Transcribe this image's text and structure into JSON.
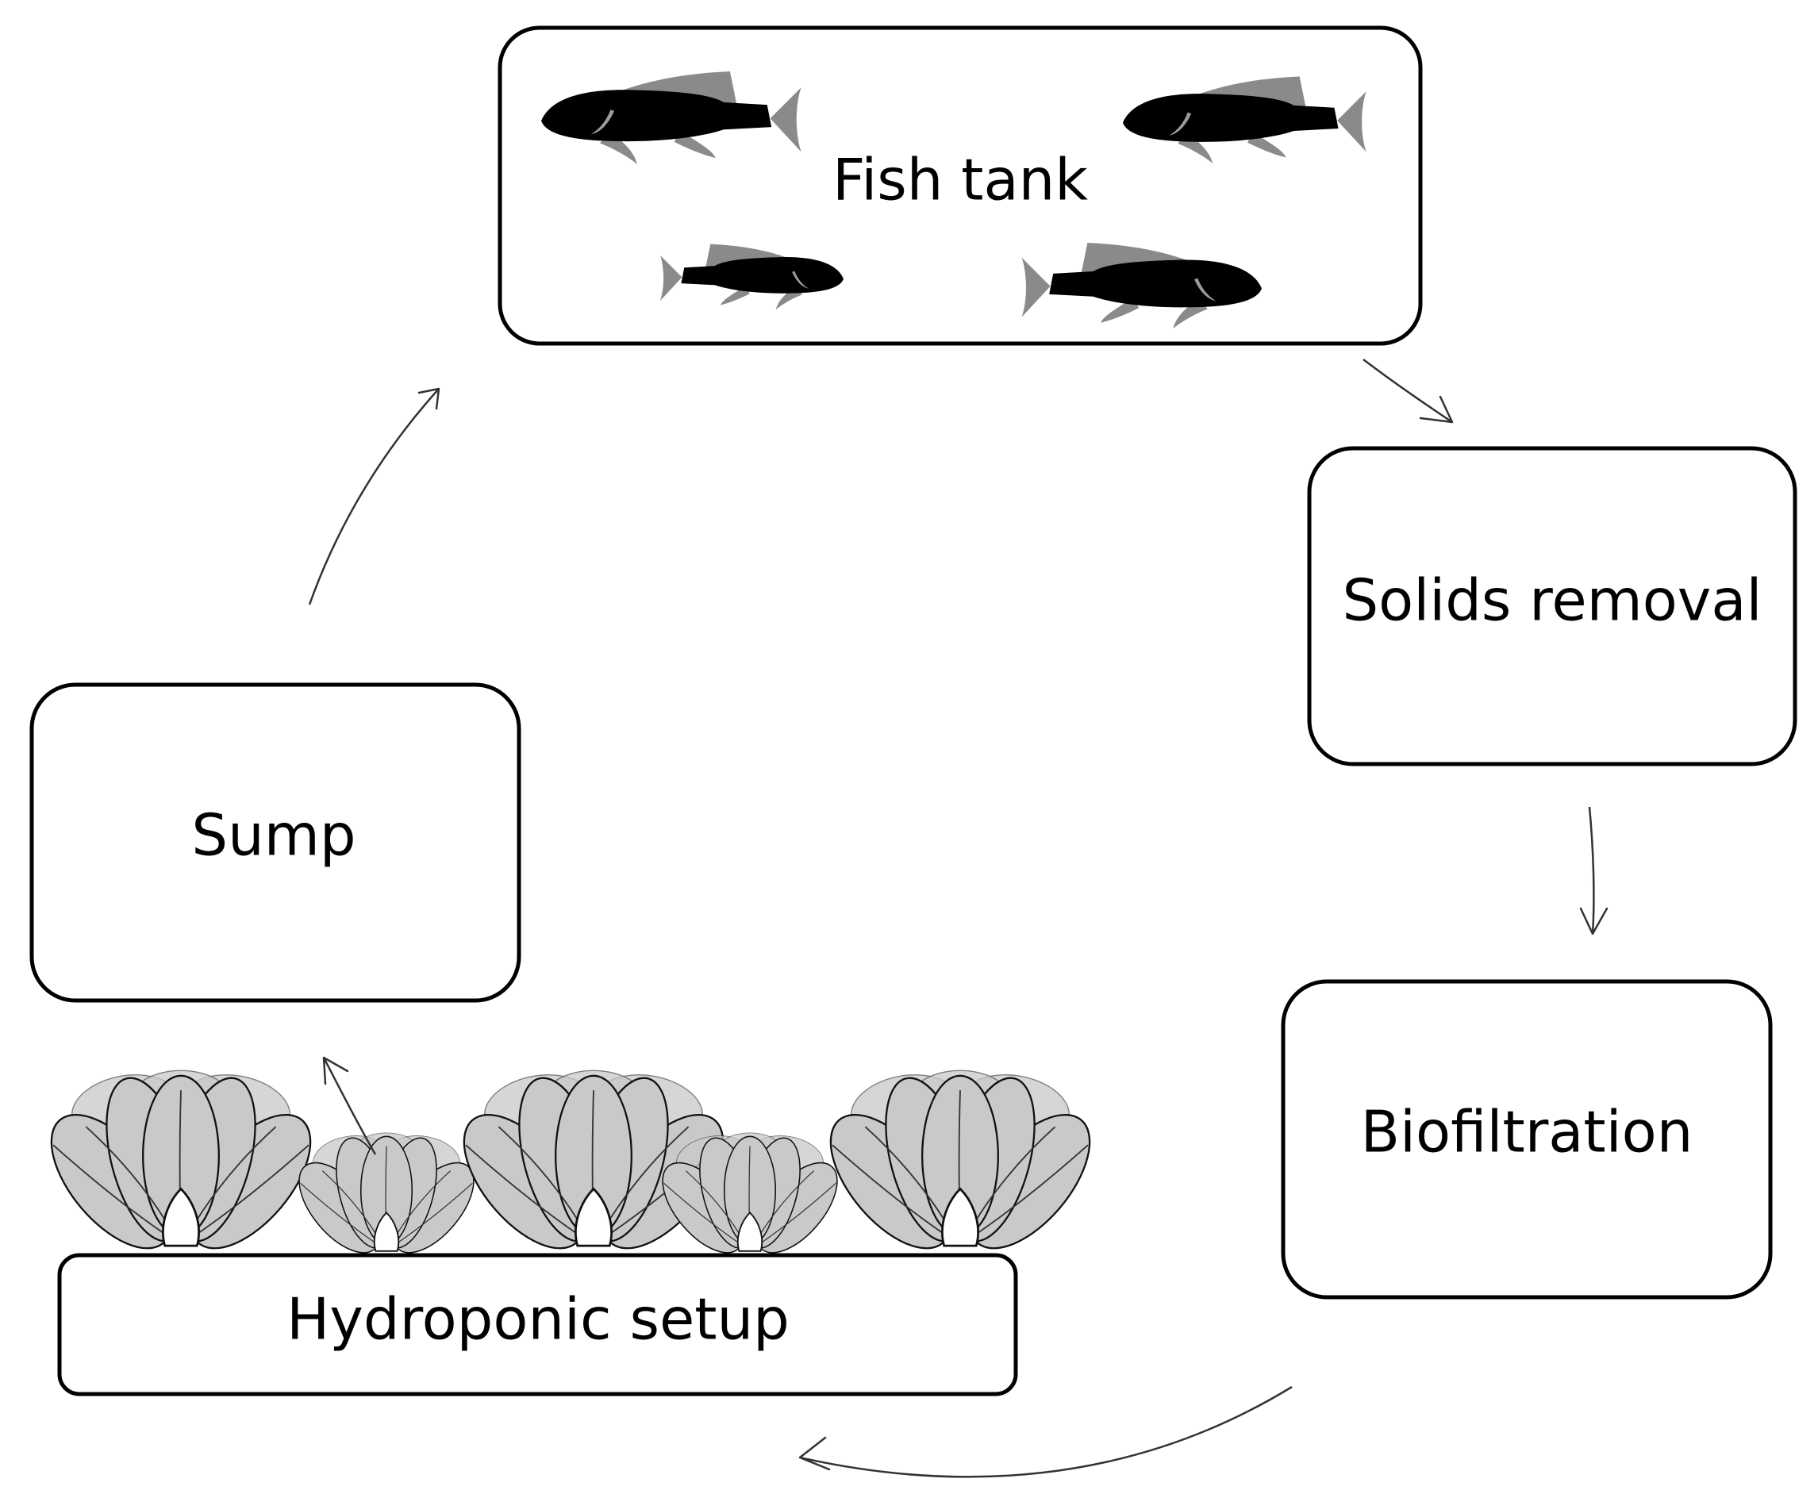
{
  "nodes": {
    "fish_tank": "Fish tank",
    "solids_removal": "Solids removal",
    "biofiltration": "Biofiltration",
    "hydroponic_setup": "Hydroponic setup",
    "sump": "Sump"
  },
  "flow": [
    {
      "from": "fish_tank",
      "to": "solids_removal"
    },
    {
      "from": "solids_removal",
      "to": "biofiltration"
    },
    {
      "from": "biofiltration",
      "to": "hydroponic_setup"
    },
    {
      "from": "hydroponic_setup",
      "to": "sump"
    },
    {
      "from": "sump",
      "to": "fish_tank"
    }
  ],
  "icons": {
    "fish": "fish-icon",
    "plant": "plant-icon"
  },
  "colors": {
    "fish_body": "#000000",
    "fish_fin": "#8a8a8a",
    "leaf_fill": "#c9c9c9"
  }
}
